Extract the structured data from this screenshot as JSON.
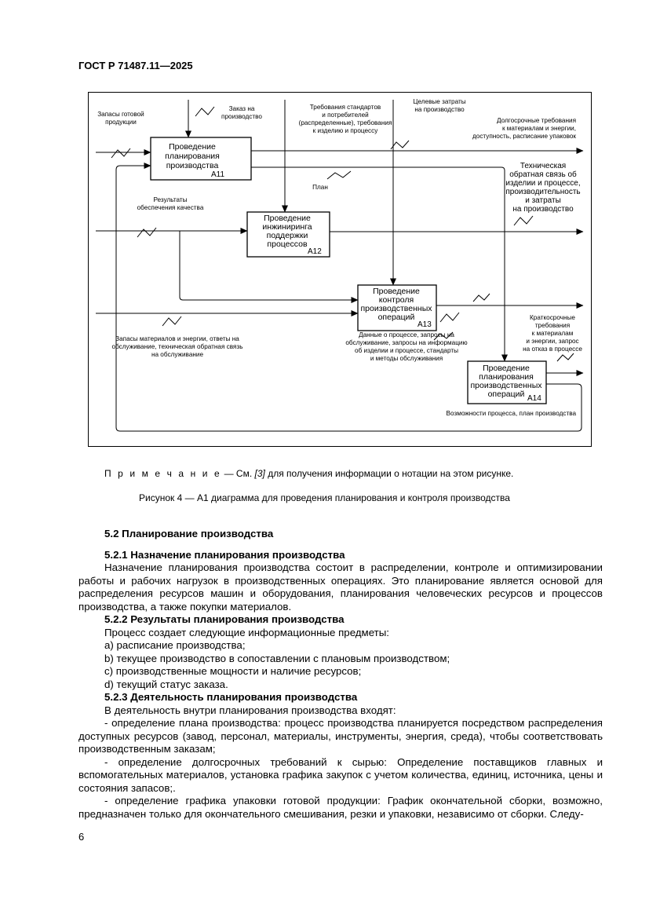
{
  "header": {
    "doc_id": "ГОСТ Р 71487.11—2025"
  },
  "diagram": {
    "boxes": [
      {
        "lines": [
          "Проведение",
          "планирования",
          "производства"
        ],
        "code": "А11"
      },
      {
        "lines": [
          "Проведение",
          "инжиниринга",
          "поддержки",
          "процессов"
        ],
        "code": "А12"
      },
      {
        "lines": [
          "Проведение",
          "контроля",
          "производственных",
          "операций"
        ],
        "code": "А13"
      },
      {
        "lines": [
          "Проведение",
          "планирования",
          "производственных",
          "операций"
        ],
        "code": "А14"
      }
    ],
    "labels": {
      "stock": [
        "Запасы готовой",
        "продукции"
      ],
      "order": [
        "Заказ на",
        "производство"
      ],
      "standards": [
        "Требования стандартов",
        "и потребителей",
        "(распределенные), требования",
        "к изделию и процессу"
      ],
      "target_costs": [
        "Целевые затраты",
        "на производство"
      ],
      "long_term": [
        "Долгосрочные требования",
        "к материалам и энергии,",
        "доступность, расписание упаковок"
      ],
      "tech_feedback": [
        "Техническая",
        "обратная связь об",
        "изделии и процессе,",
        "производительность",
        "и затраты",
        "на производство"
      ],
      "plan": "План",
      "quality": [
        "Результаты",
        "обеспечения качества"
      ],
      "materials": [
        "Запасы материалов и энергии, ответы на",
        "обслуживание, техническая обратная связь",
        "на обслуживание"
      ],
      "process_data": [
        "Данные о процессе, запросы на",
        "обслуживание, запросы на информацию",
        "об изделии и процессе, стандарты",
        "и методы обслуживания"
      ],
      "short_term": [
        "Краткосрочные",
        "требования",
        "к материалам",
        "и энергии, запрос",
        "на отказ в процессе"
      ],
      "capabilities": "Возможности процесса, план производства"
    }
  },
  "note": {
    "prefix": "П р и м е ч а н и е",
    "text": " — См. ",
    "ref": "[3]",
    "rest": " для получения информации о нотации на этом рисунке."
  },
  "caption": "Рисунок 4 — А1 диаграмма для проведения планирования и контроля производства",
  "section": {
    "h2": "5.2 Планирование производства",
    "s1_title": "5.2.1 Назначение планирования производства",
    "s1_text": "Назначение планирования производства состоит в распределении, контроле и оптимизировании работы и рабочих нагрузок в производственных операциях. Это планирование является основой для распределения ресурсов машин и оборудования, планирования человеческих ресурсов и процессов производства, а также покупки материалов.",
    "s2_title": "5.2.2 Результаты планирования производства",
    "s2_intro": "Процесс создает следующие информационные предметы:",
    "s2_items": [
      "a)  расписание производства;",
      "b)  текущее производство в сопоставлении с плановым производством;",
      "c)  производственные мощности и наличие ресурсов;",
      "d)  текущий статус заказа."
    ],
    "s3_title": "5.2.3 Деятельность планирования производства",
    "s3_intro": "В деятельность внутри планирования производства входят:",
    "s3_p1": "- определение плана производства: процесс производства планируется посредством распределения доступных ресурсов (завод, персонал, материалы, инструменты, энергия, среда), чтобы соответствовать производственным заказам;",
    "s3_p2": "- определение долгосрочных требований к сырью: Определение поставщиков главных и вспомогательных материалов, установка графика закупок с учетом количества, единиц, источника, цены и состояния запасов;.",
    "s3_p3": "- определение графика упаковки готовой продукции: График окончательной сборки, возможно, предназначен только для окончательного смешивания, резки и упаковки, независимо от сборки. Следу-"
  },
  "page_number": "6"
}
